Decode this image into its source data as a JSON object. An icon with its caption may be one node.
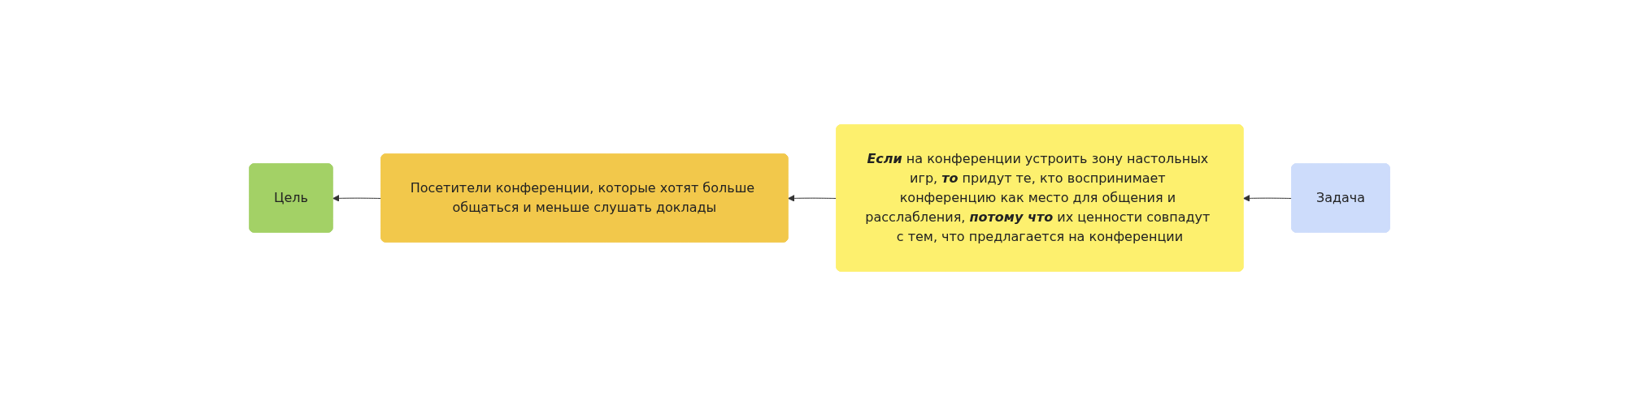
{
  "diagram": {
    "nodes": [
      {
        "text": [
          "Цель"
        ]
      },
      {
        "text": [
          "Посетители конференции, которые хотят больше общаться и меньше слушать доклады"
        ]
      },
      {
        "text": [
          "**Если** на конференции устроить зону настольных игр, **то** придут те, кто воспринимает конференцию как место для общения и расслабления, **потому что** их ценности совпадут с тем, что предлагается на конференции"
        ]
      },
      {
        "text": [
          "Задача"
        ]
      }
    ],
    "edges": [
      {
        "from": 1,
        "to": 0,
        "arrow": "to"
      },
      {
        "from": 2,
        "to": 1,
        "arrow": "to"
      },
      {
        "from": 3,
        "to": 2,
        "arrow": "to"
      }
    ]
  }
}
